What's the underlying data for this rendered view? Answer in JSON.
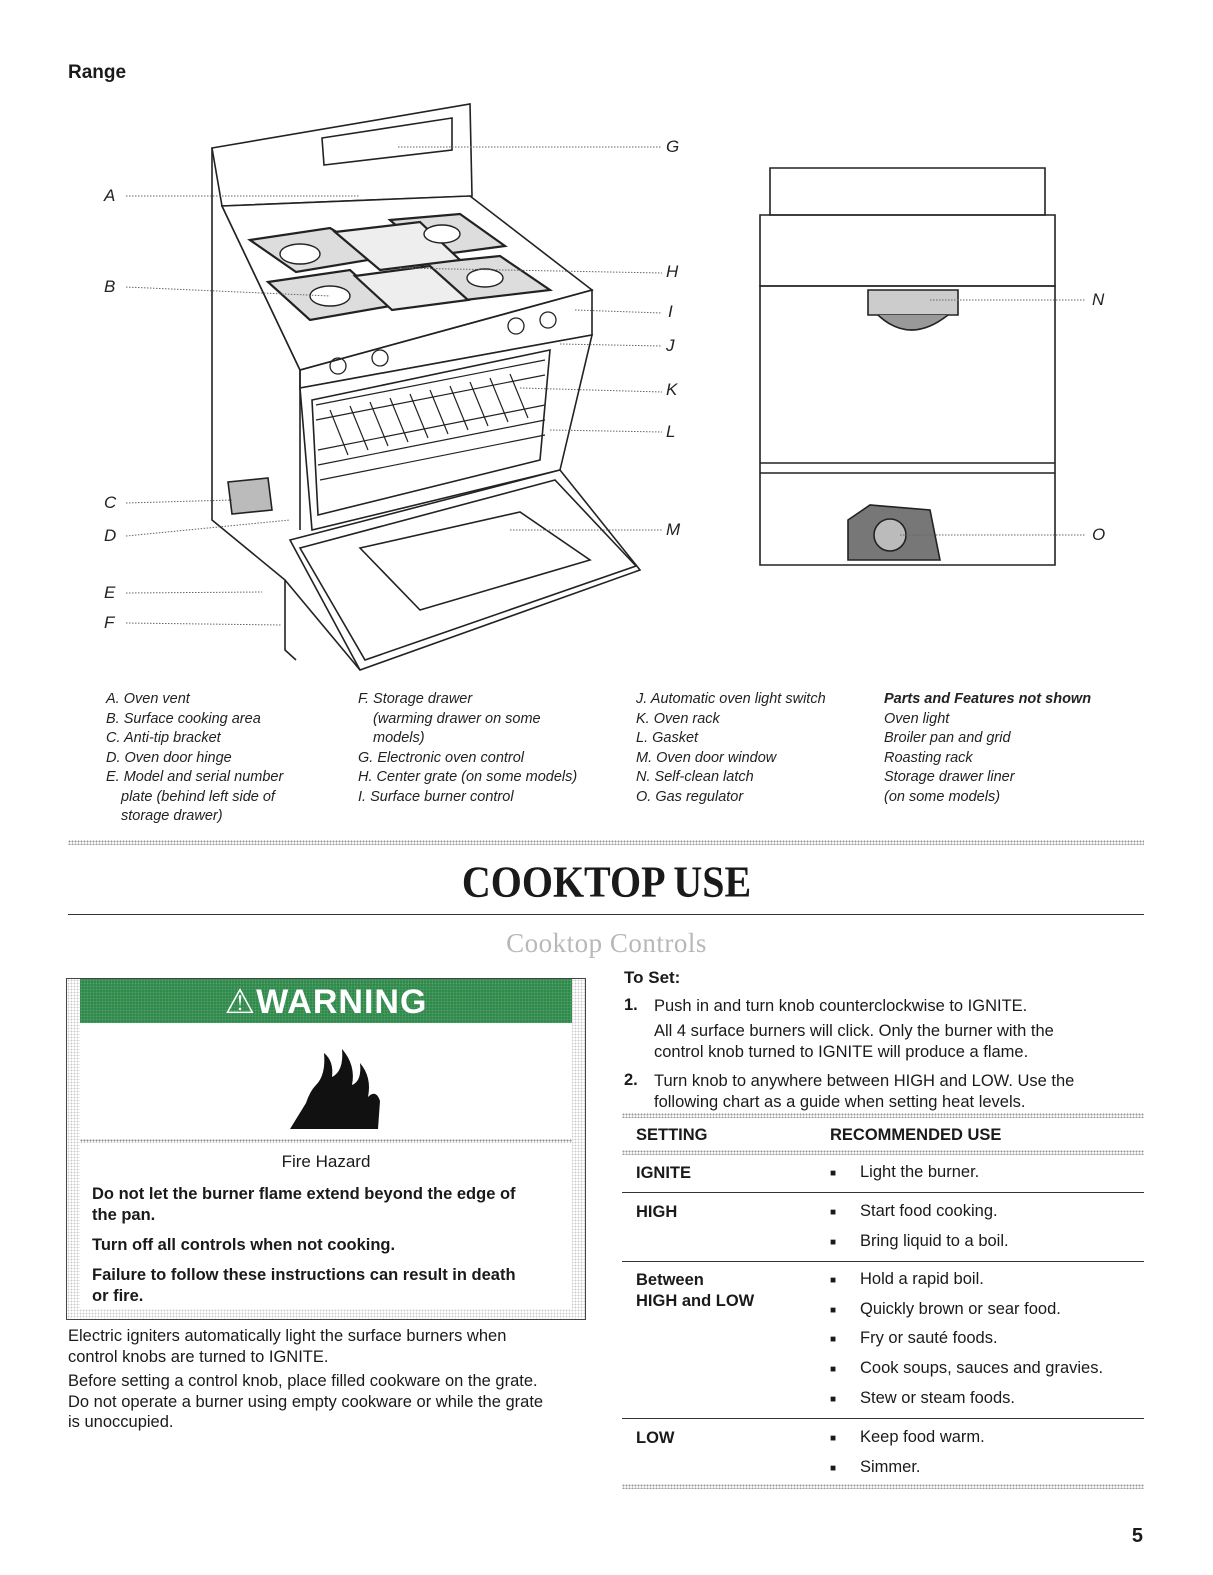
{
  "page": {
    "heading": "Range",
    "page_number": "5"
  },
  "diagram": {
    "callouts": [
      "A",
      "B",
      "C",
      "D",
      "E",
      "F",
      "G",
      "H",
      "I",
      "J",
      "K",
      "L",
      "M",
      "N",
      "O"
    ]
  },
  "legend": {
    "col1": [
      "A. Oven vent",
      "B. Surface cooking area",
      "C. Anti-tip bracket",
      "D. Oven door hinge",
      "E. Model and serial number",
      "plate (behind left side of",
      "storage drawer)"
    ],
    "col2": [
      "F. Storage drawer",
      "(warming drawer on some",
      "models)",
      "G. Electronic oven control",
      "H. Center grate (on some models)",
      "I. Surface burner control"
    ],
    "col3": [
      "J. Automatic oven light switch",
      "K. Oven rack",
      "L. Gasket",
      "M. Oven door window",
      "N. Self-clean latch",
      "O. Gas regulator"
    ],
    "col4_title": "Parts and Features not shown",
    "col4": [
      "Oven light",
      "Broiler pan and grid",
      "Roasting rack",
      "Storage drawer liner",
      "(on some models)"
    ]
  },
  "section": {
    "title": "COOKTOP USE",
    "subtitle": "Cooktop Controls"
  },
  "warning": {
    "label": "WARNING",
    "hazard": "Fire Hazard",
    "line1a": "Do not let the burner flame extend beyond the edge of",
    "line1b": "the pan.",
    "line2": "Turn off all controls when not cooking.",
    "line3a": "Failure to follow these instructions can result in death",
    "line3b": "or fire."
  },
  "body": {
    "p1a": "Electric igniters automatically light the surface burners when",
    "p1b": "control knobs are turned to IGNITE.",
    "p2a": "Before setting a control knob, place filled cookware on the grate.",
    "p2b": "Do not operate a burner using empty cookware or while the grate",
    "p2c": "is unoccupied."
  },
  "to_set": {
    "title": "To Set:",
    "step1_num": "1.",
    "step1": "Push in and turn knob counterclockwise to IGNITE.",
    "step1_note_a": "All 4 surface burners will click. Only the burner with the",
    "step1_note_b": "control knob turned to IGNITE will produce a flame.",
    "step2_num": "2.",
    "step2a": "Turn knob to anywhere between HIGH and LOW. Use the",
    "step2b": "following chart as a guide when setting heat levels."
  },
  "table": {
    "headers": [
      "SETTING",
      "RECOMMENDED USE"
    ],
    "rows": [
      {
        "label": [
          "IGNITE"
        ],
        "uses": [
          "Light the burner."
        ]
      },
      {
        "label": [
          "HIGH"
        ],
        "uses": [
          "Start food cooking.",
          "Bring liquid to a boil."
        ]
      },
      {
        "label": [
          "Between",
          "HIGH and LOW"
        ],
        "uses": [
          "Hold a rapid boil.",
          "Quickly brown or sear food.",
          "Fry or sauté foods.",
          "Cook soups, sauces and gravies.",
          "Stew or steam foods."
        ]
      },
      {
        "label": [
          "LOW"
        ],
        "uses": [
          "Keep food warm.",
          "Simmer."
        ]
      }
    ]
  }
}
